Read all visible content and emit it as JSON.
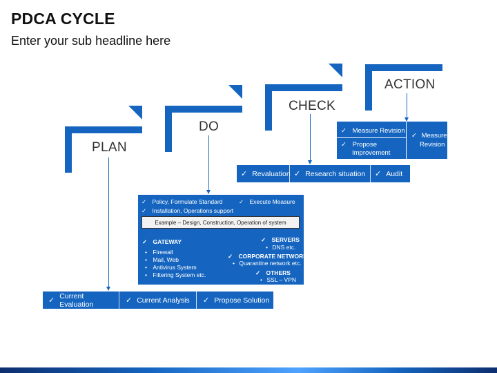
{
  "header": {
    "title": "PDCA CYCLE",
    "subtitle": "Enter your sub headline here"
  },
  "steps": {
    "plan": "PLAN",
    "do": "DO",
    "check": "CHECK",
    "action": "ACTION"
  },
  "plan_box": {
    "items": [
      "Current Evaluation",
      "Current Analysis",
      "Propose Solution"
    ]
  },
  "do_box": {
    "item1": "Policy, Formulate Standard",
    "item2": "Execute Measure",
    "item3": "Installation, Operations support",
    "example": "Example – Design, Construction, Operation of system",
    "gateway_title": "GATEWAY",
    "gateway_items": [
      "Firewall",
      "Mail, Web",
      "Antivirus System",
      "Filtering System etc."
    ],
    "servers_title": "SERVERS",
    "servers_item": "DNS etc.",
    "corporate_title": "CORPORATE NETWORK",
    "corporate_item": "Quarantine network etc.",
    "others_title": "OTHERS",
    "others_item": "SSL – VPN"
  },
  "check_box": {
    "items": [
      "Revaluation",
      "Research situation",
      "Audit"
    ]
  },
  "action_box": {
    "item1": "Measure Revision",
    "item2_line1": "Propose",
    "item2_line2": "Improvement",
    "right_line1": "Measure",
    "right_line2": "Revision"
  },
  "icons": {
    "check": "✓",
    "bullet": "•"
  },
  "colors": {
    "primary_blue": "#1565c0"
  }
}
